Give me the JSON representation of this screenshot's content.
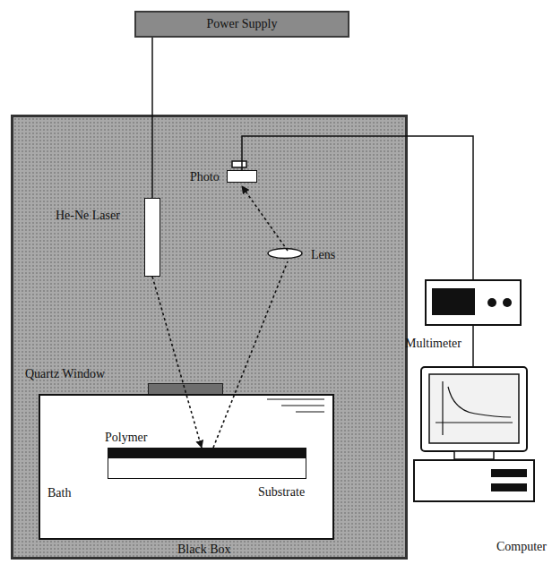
{
  "diagram": {
    "nodes": [
      {
        "text": [
          "Power Supply"
        ]
      },
      {
        "text": [
          "Black Box"
        ]
      },
      {
        "text": [
          "He-Ne Laser"
        ],
        "in": 1
      },
      {
        "text": [
          "Photo"
        ],
        "in": 1
      },
      {
        "text": [
          "Lens"
        ],
        "in": 1
      },
      {
        "text": [
          "Quartz Window"
        ],
        "in": 1
      },
      {
        "text": [
          "Bath"
        ],
        "in": 1
      },
      {
        "text": [
          "Polymer"
        ],
        "in": 6
      },
      {
        "text": [
          "Substrate"
        ],
        "in": 6
      },
      {
        "text": [
          "Multimeter"
        ]
      },
      {
        "text": [
          "Computer"
        ]
      }
    ],
    "edges": [
      {
        "from": 0,
        "to": 2,
        "arrow": "none"
      },
      {
        "from": 3,
        "to": 9,
        "arrow": "none"
      },
      {
        "from": 9,
        "to": 10,
        "arrow": "none"
      },
      {
        "from": 2,
        "to": 7,
        "arrow": "to"
      },
      {
        "from": 7,
        "to": 4,
        "arrow": "none"
      },
      {
        "from": 4,
        "to": 3,
        "arrow": "to"
      }
    ]
  }
}
